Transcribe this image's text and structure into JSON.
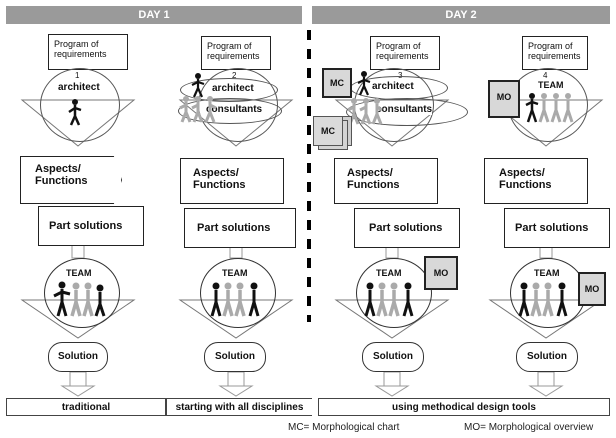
{
  "days": {
    "day1": "DAY 1",
    "day2": "DAY 2"
  },
  "program": {
    "line1": "Program of",
    "line2": "requirements"
  },
  "columns": [
    {
      "number": "1",
      "roles": [
        "architect"
      ],
      "captions": "traditional"
    },
    {
      "number": "2",
      "roles": [
        "architect",
        "consultants"
      ],
      "captions": "starting with all disciplines"
    },
    {
      "number": "3",
      "roles": [
        "architect",
        "consultants"
      ]
    },
    {
      "number": "4",
      "roles": [
        "TEAM"
      ]
    }
  ],
  "aspects": {
    "line1": "Aspects/",
    "line2": "Functions"
  },
  "part_solutions": "Part solutions",
  "team": "TEAM",
  "solution": "Solution",
  "tools": {
    "mc": "MC",
    "mo": "MO"
  },
  "captions": {
    "traditional": "traditional",
    "all_disciplines": "starting with all disciplines",
    "methodical": "using methodical design tools"
  },
  "legend": {
    "mc": "MC= Morphological chart",
    "mo": "MO= Morphological overview"
  }
}
